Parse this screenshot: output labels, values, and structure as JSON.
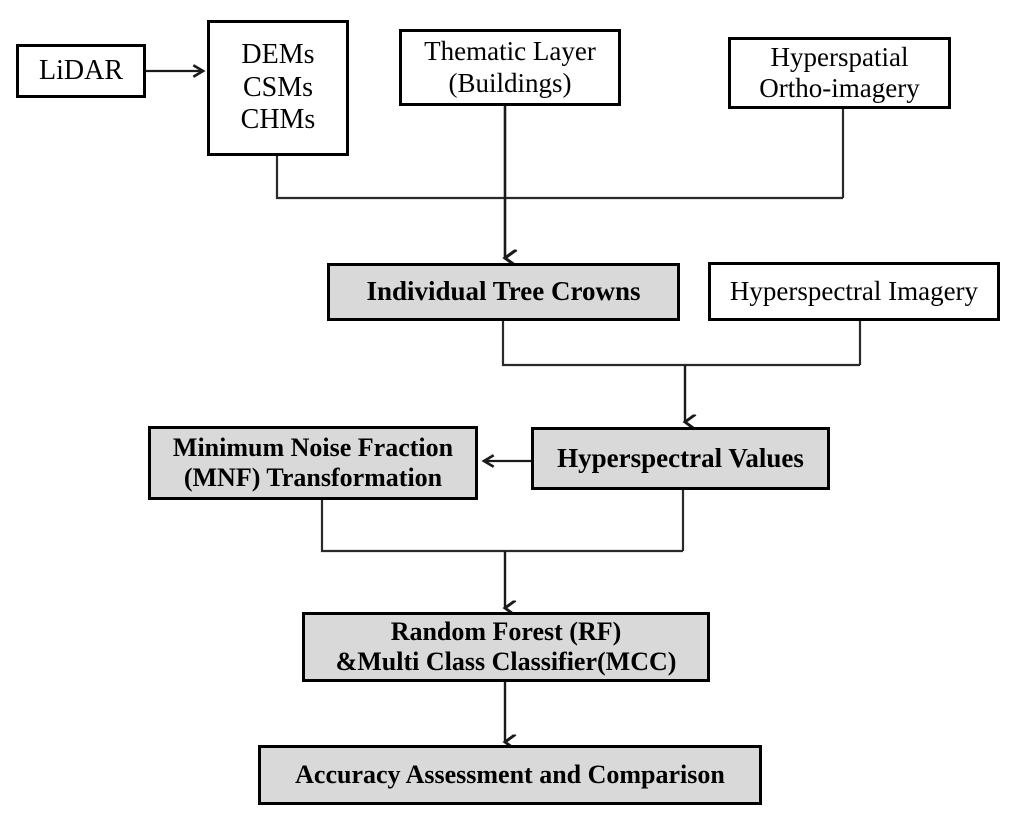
{
  "diagram": {
    "title": "Remote sensing tree species classification workflow",
    "background_color": "#ffffff",
    "line_color": "#000000",
    "fill_gray": "#d9d9d9",
    "fill_white": "#ffffff",
    "nodes": [
      {
        "id": "lidar",
        "label": "LiDAR",
        "style": "white"
      },
      {
        "id": "dems",
        "label": "DEMs\nCSMs\nCHMs",
        "style": "white"
      },
      {
        "id": "thematic",
        "label": "Thematic Layer\n(Buildings)",
        "style": "white"
      },
      {
        "id": "hyperspatial",
        "label": "Hyperspatial\nOrtho-imagery",
        "style": "white"
      },
      {
        "id": "tree_crowns",
        "label": "Individual Tree Crowns",
        "style": "gray"
      },
      {
        "id": "hyper_imagery",
        "label": "Hyperspectral Imagery",
        "style": "white"
      },
      {
        "id": "mnf",
        "label": "Minimum Noise Fraction\n(MNF) Transformation",
        "style": "gray"
      },
      {
        "id": "hyper_values",
        "label": "Hyperspectral  Values",
        "style": "gray"
      },
      {
        "id": "rf_mcc",
        "label": "Random Forest (RF)\n&Multi Class Classifier(MCC)",
        "style": "gray"
      },
      {
        "id": "accuracy",
        "label": "Accuracy Assessment and Comparison",
        "style": "gray"
      }
    ],
    "edges": [
      {
        "from": "lidar",
        "to": "dems",
        "type": "arrow-right"
      },
      {
        "from": "dems",
        "to": "tree_crowns",
        "type": "elbow-merge-down"
      },
      {
        "from": "thematic",
        "to": "tree_crowns",
        "type": "straight-down-arrow"
      },
      {
        "from": "hyperspatial",
        "to": "tree_crowns",
        "type": "elbow-merge-down"
      },
      {
        "from": "tree_crowns",
        "to": "hyper_values",
        "type": "elbow-merge-down"
      },
      {
        "from": "hyper_imagery",
        "to": "hyper_values",
        "type": "elbow-merge-down"
      },
      {
        "from": "hyper_values",
        "to": "mnf",
        "type": "arrow-left"
      },
      {
        "from": "mnf",
        "to": "rf_mcc",
        "type": "elbow-merge-down"
      },
      {
        "from": "hyper_values",
        "to": "rf_mcc",
        "type": "elbow-merge-down"
      },
      {
        "from": "rf_mcc",
        "to": "accuracy",
        "type": "straight-down-arrow"
      }
    ]
  }
}
